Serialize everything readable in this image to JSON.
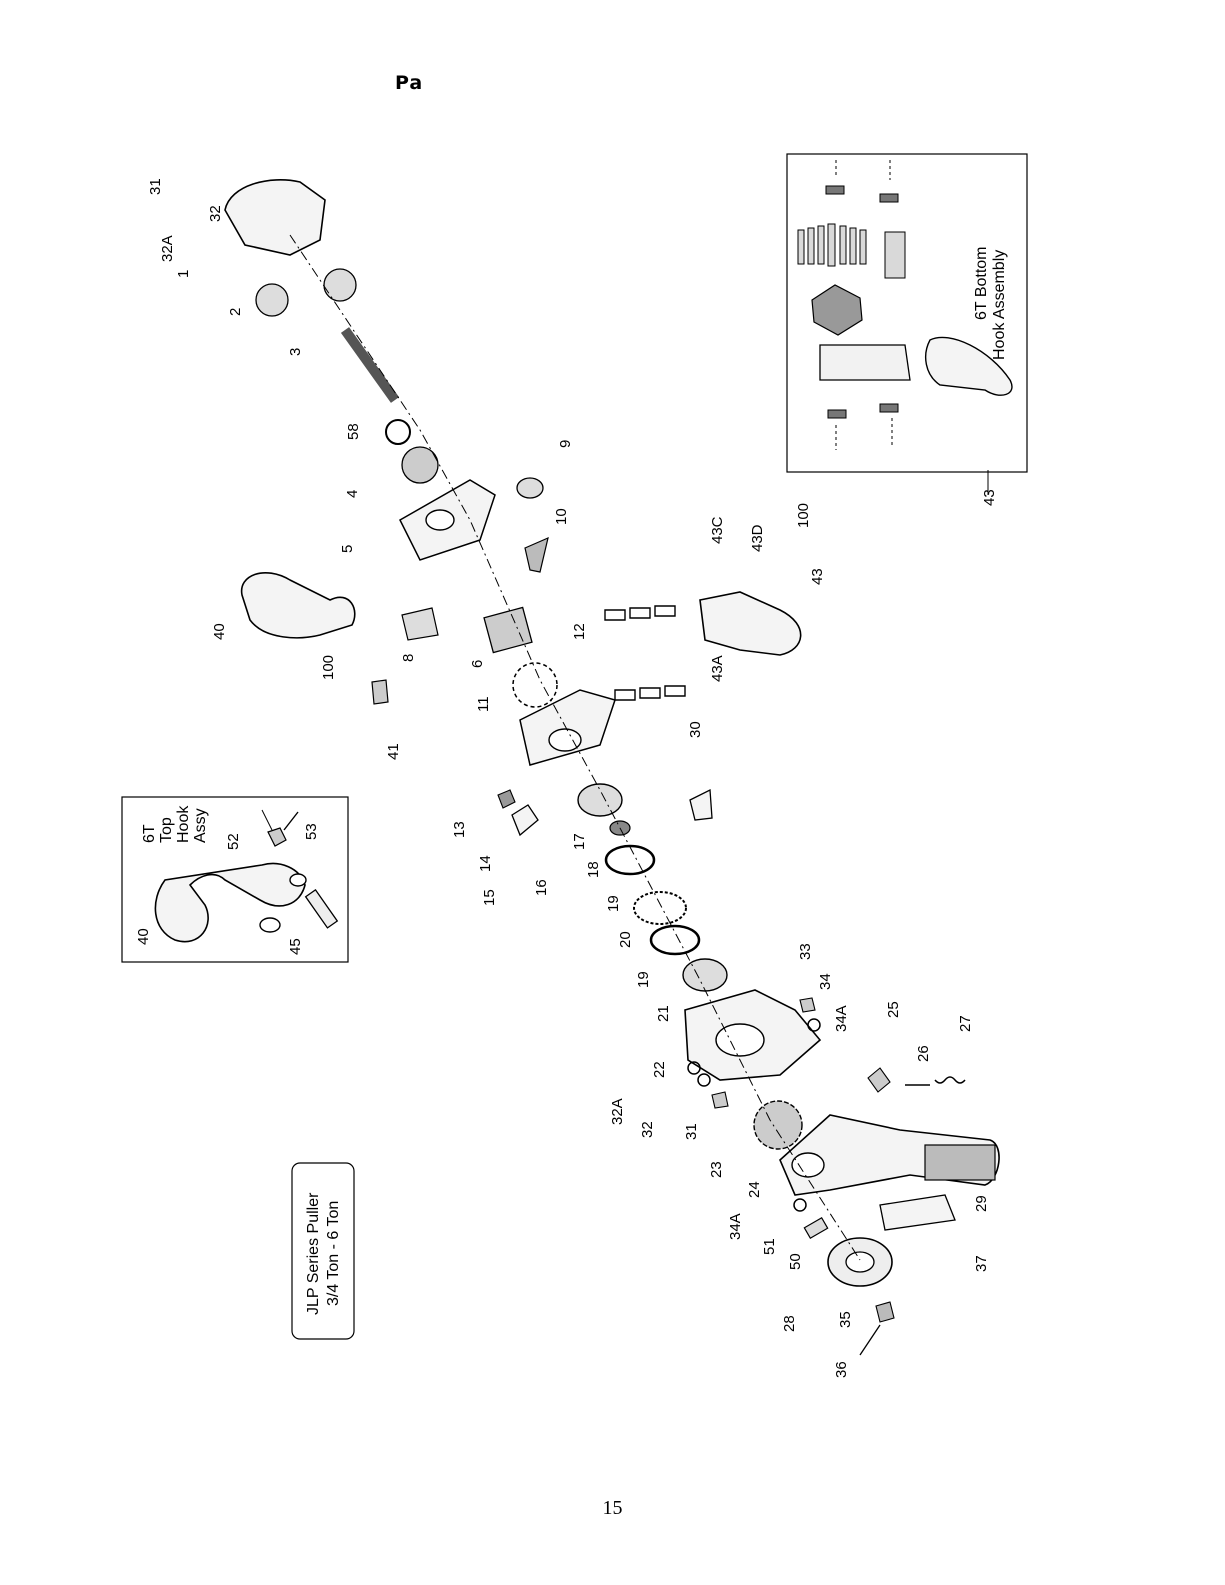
{
  "header": {
    "text": "Pa"
  },
  "footer": {
    "page_number": "15"
  },
  "inset_top_hook": {
    "title_lines": [
      "6T",
      "Top",
      "Hook",
      "Assy"
    ]
  },
  "inset_bottom_hook": {
    "title_lines": [
      "6T Bottom",
      "Hook Assembly"
    ],
    "callout": "43"
  },
  "series_box": {
    "lines": [
      "JLP Series Puller",
      "3/4 Ton - 6 Ton"
    ]
  },
  "callouts": [
    "31",
    "32",
    "32A",
    "1",
    "2",
    "3",
    "58",
    "4",
    "9",
    "5",
    "10",
    "40",
    "100",
    "8",
    "6",
    "12",
    "11",
    "41",
    "43C",
    "43D",
    "100",
    "43",
    "43A",
    "30",
    "13",
    "14",
    "15",
    "16",
    "17",
    "18",
    "19",
    "20",
    "19",
    "21",
    "33",
    "34",
    "34A",
    "22",
    "32A",
    "32",
    "31",
    "25",
    "26",
    "27",
    "23",
    "24",
    "29",
    "34A",
    "51",
    "50",
    "37",
    "28",
    "35",
    "36",
    "52",
    "53",
    "40",
    "45"
  ]
}
